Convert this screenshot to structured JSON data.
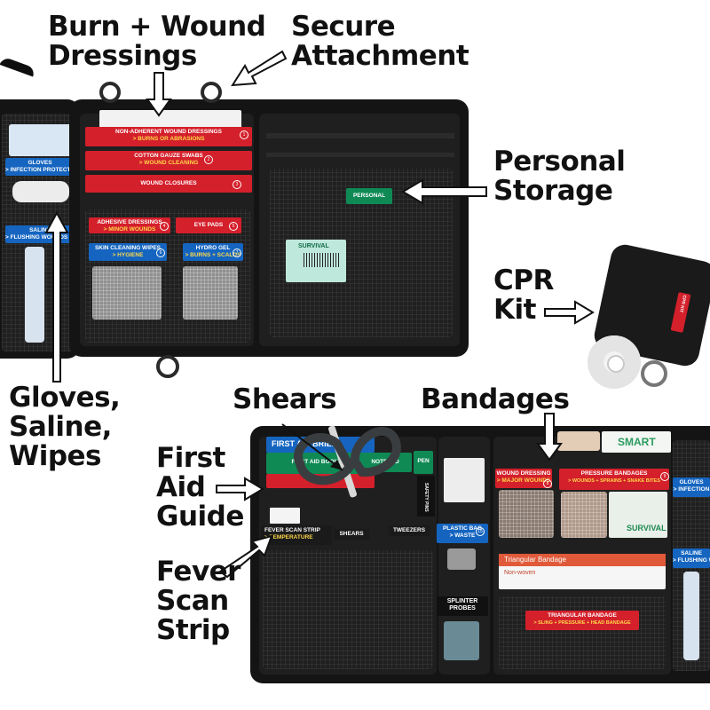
{
  "callouts": {
    "burn_wound": [
      "Burn + Wound",
      "Dressings"
    ],
    "secure_attachment": [
      "Secure",
      "Attachment"
    ],
    "personal_storage": [
      "Personal",
      "Storage"
    ],
    "cpr_kit": [
      "CPR",
      "Kit"
    ],
    "gloves_saline_wipes": [
      "Gloves,",
      "Saline,",
      "Wipes"
    ],
    "shears": [
      "Shears"
    ],
    "bandages": [
      "Bandages"
    ],
    "first_aid_guide": [
      "First",
      "Aid",
      "Guide"
    ],
    "fever_scan_strip": [
      "Fever",
      "Scan",
      "Strip"
    ]
  },
  "top_kit": {
    "gloves": {
      "title": "GLOVES",
      "sub": "> INFECTION PROTECTION"
    },
    "saline": {
      "title": "SALINE",
      "sub": "> FLUSHING WOUNDS + EYES"
    },
    "non_adherent": {
      "title": "NON-ADHERENT WOUND DRESSINGS",
      "sub": "> BURNS OR ABRASIONS",
      "num": "1"
    },
    "gauze": {
      "title": "COTTON GAUZE SWABS",
      "sub": "> WOUND CLEANING",
      "num": "2"
    },
    "closures": {
      "title": "WOUND CLOSURES",
      "num": "3"
    },
    "adhesive": {
      "title": "ADHESIVE DRESSINGS",
      "sub": "> MINOR WOUNDS",
      "num": "4"
    },
    "eye_pads": {
      "title": "EYE PADS",
      "num": "5"
    },
    "wipes": {
      "title": "SKIN CLEANING WIPES",
      "sub": "> HYGIENE",
      "num": "6"
    },
    "hydro_gel": {
      "title": "HYDRO GEL",
      "sub": "> BURNS + SCALDS",
      "num": "7"
    },
    "personal": {
      "title": "PERSONAL"
    },
    "sticker": {
      "brand": "SURVIVAL"
    }
  },
  "bottom_kit": {
    "booklet_header": "FIRST AID BRIEF",
    "first_aid_booklet": "FIRST AID BOOKLET",
    "notepad": "NOTEPAD",
    "pen": "PEN",
    "safety_pins": "SAFETY PINS",
    "fever_strip": {
      "title": "FEVER SCAN STRIP",
      "sub": "> TEMPERATURE"
    },
    "shears": "SHEARS",
    "tweezers": "TWEEZERS",
    "plastic_bag": {
      "title": "PLASTIC BAG",
      "sub": "> WASTE",
      "num": "15"
    },
    "splinter": {
      "title": "SPLINTER",
      "sub": "PROBES"
    },
    "wound_dressing": {
      "title": "WOUND DRESSING",
      "sub": "> MAJOR WOUNDS",
      "num": "8"
    },
    "pressure_bandages": {
      "title": "PRESSURE BANDAGES",
      "sub": "> WOUNDS + SPRAINS + SNAKE BITES",
      "num": "9"
    },
    "triangular_box": "Triangular Bandage",
    "non_woven": "Non-woven",
    "triangular_tag": {
      "title": "TRIANGULAR BANDAGE",
      "sub": "> SLING + PRESSURE + HEAD BANDAGE"
    },
    "smart_box": "SMART",
    "survival_box": "SURVIVAL",
    "gloves": {
      "title": "GLOVES",
      "sub": "> INFECTION"
    },
    "saline": {
      "title": "SALINE",
      "sub": "> FLUSHING WOUNDS"
    }
  },
  "cpr": {
    "label": "CPR KIT"
  },
  "colors": {
    "accent_red": "#d4202b",
    "accent_blue": "#1565c0",
    "accent_green": "#0f8a55",
    "label_text": "#111111"
  }
}
